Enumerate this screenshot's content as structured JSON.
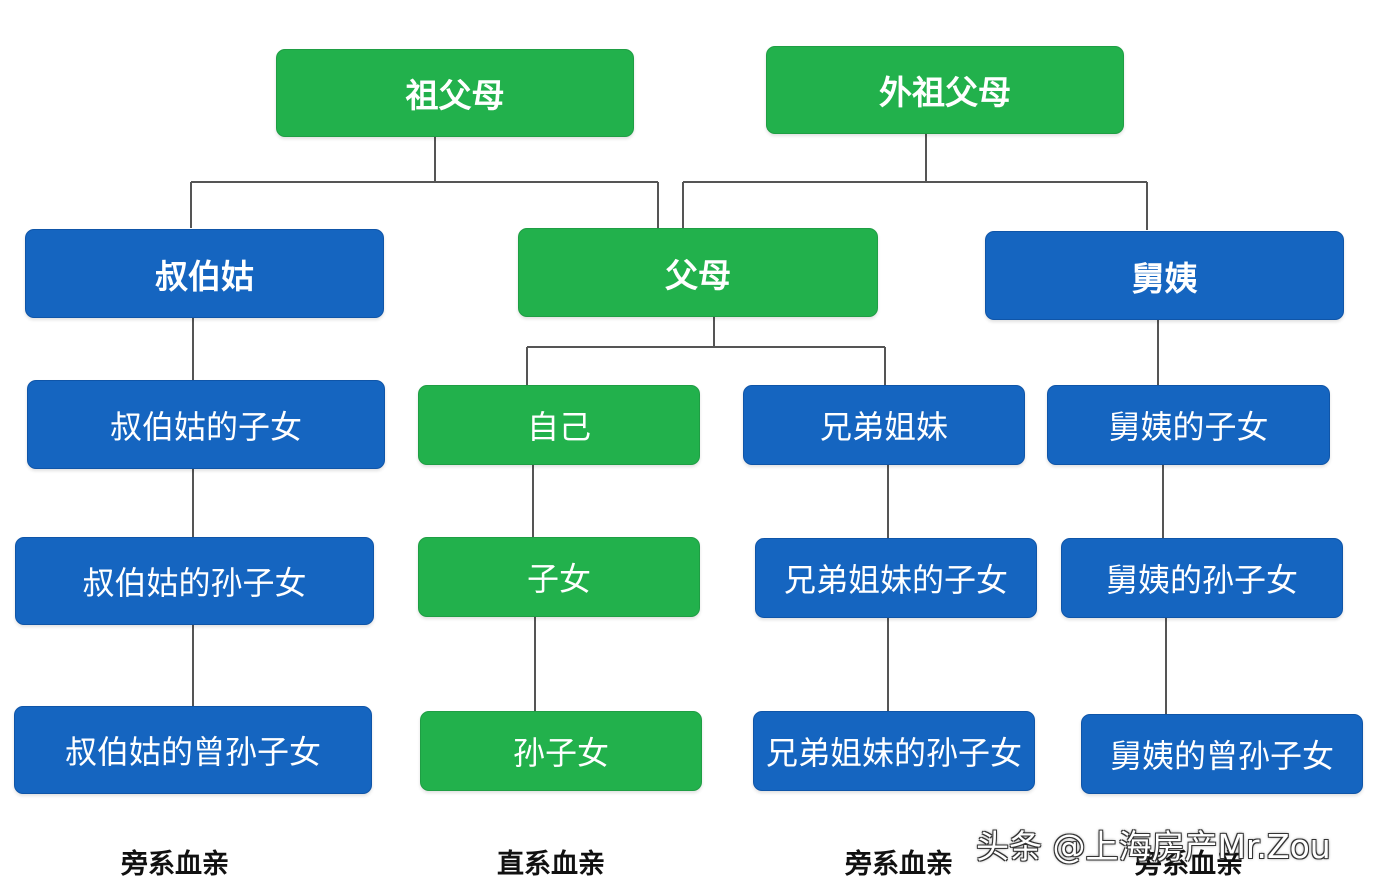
{
  "nodes": {
    "paternal_grandparents": "祖父母",
    "maternal_grandparents": "外祖父母",
    "uncles_aunts_paternal": "叔伯姑",
    "parents": "父母",
    "uncles_aunts_maternal": "舅姨",
    "cousins_paternal": "叔伯姑的子女",
    "self": "自己",
    "siblings": "兄弟姐妹",
    "cousins_maternal": "舅姨的子女",
    "paternal_cousin_grandchildren": "叔伯姑的孙子女",
    "children": "子女",
    "siblings_children": "兄弟姐妹的子女",
    "maternal_cousin_grandchildren": "舅姨的孙子女",
    "paternal_cousin_great_grandchildren": "叔伯姑的曾孙子女",
    "grandchildren": "孙子女",
    "siblings_grandchildren": "兄弟姐妹的孙子女",
    "maternal_cousin_great_grandchildren": "舅姨的曾孙子女"
  },
  "categories": {
    "left": "旁系血亲",
    "center": "直系血亲",
    "right": "旁系血亲",
    "far_right": "旁系血亲"
  },
  "watermark": "头条 @上海房产Mr.Zou",
  "colors": {
    "direct_line": "#22b14c",
    "collateral_line": "#1565c0",
    "connector": "#555555"
  }
}
